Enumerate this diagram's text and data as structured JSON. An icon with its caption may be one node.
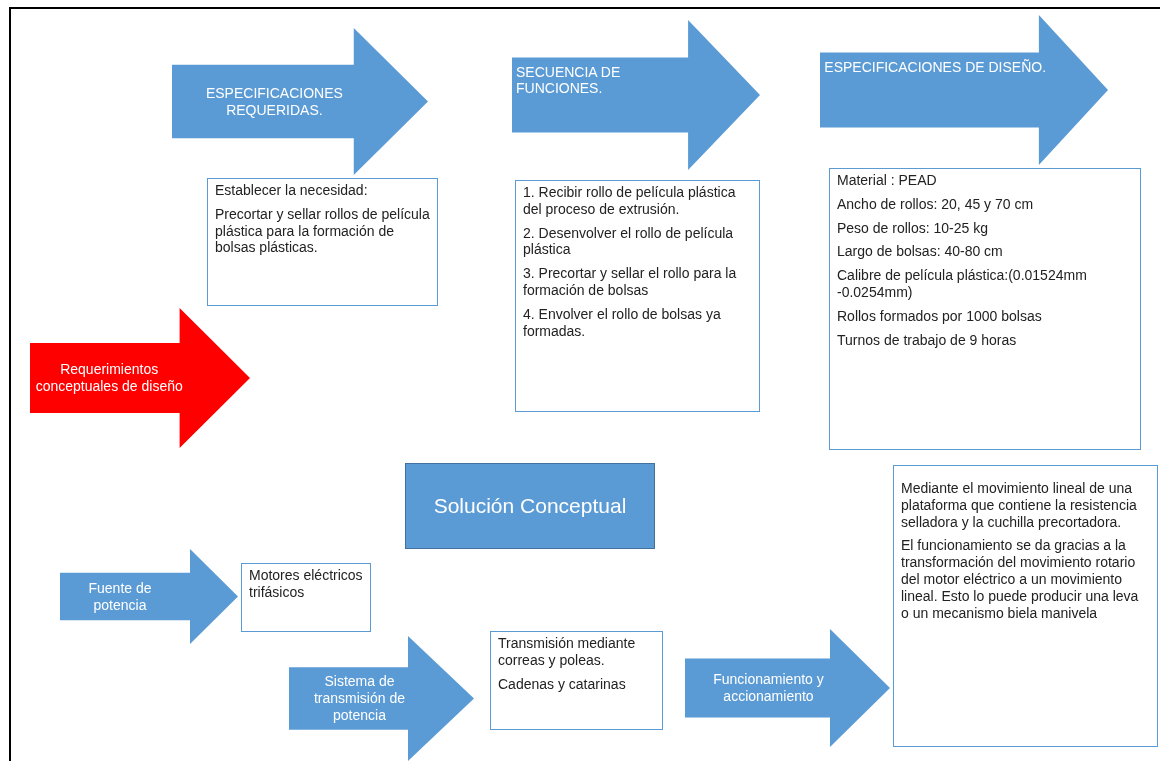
{
  "diagram": {
    "nodes": [
      {
        "text": [
          "ESPECIFICACIONES REQUERIDAS."
        ]
      },
      {
        "text": [
          "SECUENCIA DE FUNCIONES."
        ]
      },
      {
        "text": [
          "ESPECIFICACIONES DE DISEÑO."
        ]
      },
      {
        "text": [
          "Establecer la necesidad:",
          "Precortar y sellar rollos de película plástica para la formación de bolsas plásticas."
        ]
      },
      {
        "text": [
          "1. Recibir rollo de película plástica del proceso  de extrusión.",
          "2. Desenvolver el rollo de película plástica",
          "3. Precortar y sellar el rollo para la formación de bolsas",
          "4. Envolver el rollo de bolsas ya formadas."
        ]
      },
      {
        "text": [
          "Material : PEAD",
          "Ancho de rollos: 20, 45 y 70 cm",
          "Peso de rollos: 10-25 kg",
          "Largo de bolsas: 40-80 cm",
          "Calibre de película plástica:(0.01524mm -0.0254mm)",
          "Rollos formados por 1000 bolsas",
          "Turnos de trabajo de 9 horas"
        ]
      },
      {
        "text": [
          "Requerimientos conceptuales de diseño"
        ]
      },
      {
        "text": [
          "Solución Conceptual"
        ]
      },
      {
        "text": [
          "Mediante el movimiento lineal de una plataforma que contiene la resistencia selladora y la cuchilla precortadora.",
          "El funcionamiento se da gracias a la transformación del movimiento rotario del motor eléctrico a un movimiento lineal. Esto lo puede producir una leva o un mecanismo biela manivela"
        ]
      },
      {
        "text": [
          "Motores eléctricos trifásicos"
        ]
      },
      {
        "text": [
          "Transmisión mediante correas y poleas.",
          "Cadenas y catarinas"
        ]
      }
    ],
    "edges": [
      {
        "from": null,
        "to": 9,
        "arrow": "to",
        "label": "Fuente de potencia"
      },
      {
        "from": 9,
        "to": 10,
        "arrow": "to",
        "label": "Sistema de transmisión de potencia"
      },
      {
        "from": 10,
        "to": 8,
        "arrow": "to",
        "label": "Funcionamiento y accionamiento"
      }
    ]
  }
}
